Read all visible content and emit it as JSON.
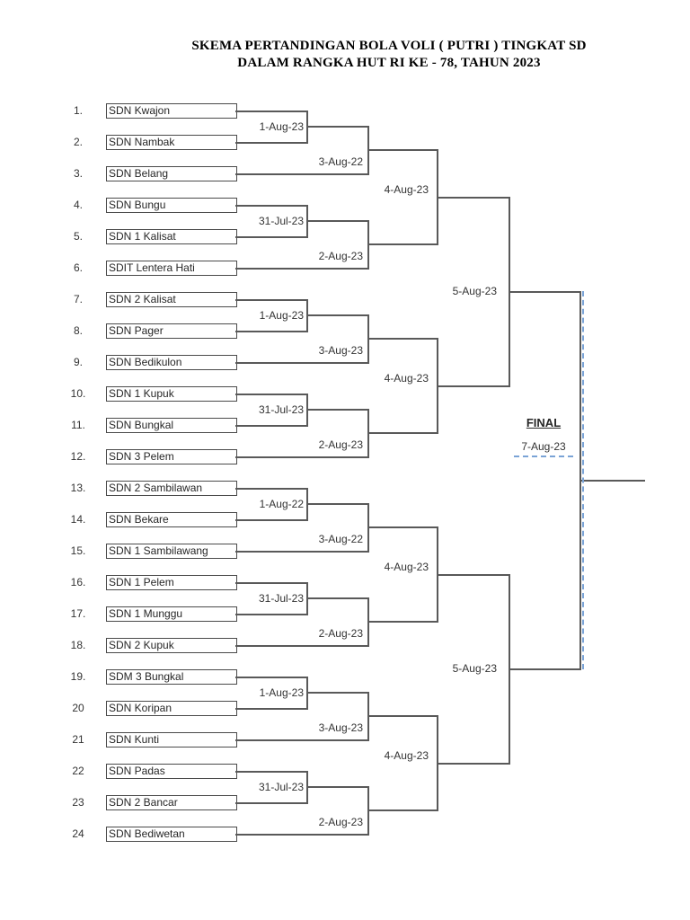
{
  "page": {
    "title_line1": "SKEMA PERTANDINGAN BOLA VOLI ( PUTRI ) TINGKAT SD",
    "title_line2": "DALAM RANGKA HUT RI KE - 78, TAHUN 2023"
  },
  "bracket": {
    "groups": [
      {
        "teams": [
          {
            "no": "1.",
            "name": "SDN Kwajon"
          },
          {
            "no": "2.",
            "name": "SDN Nambak"
          },
          {
            "no": "3.",
            "name": "SDN Belang"
          },
          {
            "no": "4.",
            "name": "SDN Bungu"
          },
          {
            "no": "5.",
            "name": "SDN 1 Kalisat"
          },
          {
            "no": "6.",
            "name": "SDIT Lentera Hati"
          }
        ],
        "dates": {
          "pair_top": "1-Aug-23",
          "third_top": "3-Aug-22",
          "pair_bottom": "31-Jul-23",
          "third_bottom": "2-Aug-23",
          "quarterfinal": "4-Aug-23"
        }
      },
      {
        "teams": [
          {
            "no": "7.",
            "name": "SDN 2 Kalisat"
          },
          {
            "no": "8.",
            "name": "SDN Pager"
          },
          {
            "no": "9.",
            "name": "SDN Bedikulon"
          },
          {
            "no": "10.",
            "name": "SDN 1 Kupuk"
          },
          {
            "no": "11.",
            "name": "SDN Bungkal"
          },
          {
            "no": "12.",
            "name": "SDN 3 Pelem"
          }
        ],
        "dates": {
          "pair_top": "1-Aug-23",
          "third_top": "3-Aug-23",
          "pair_bottom": "31-Jul-23",
          "third_bottom": "2-Aug-23",
          "quarterfinal": "4-Aug-23"
        }
      },
      {
        "teams": [
          {
            "no": "13.",
            "name": "SDN 2 Sambilawan"
          },
          {
            "no": "14.",
            "name": "SDN Bekare"
          },
          {
            "no": "15.",
            "name": "SDN 1 Sambilawang"
          },
          {
            "no": "16.",
            "name": "SDN 1 Pelem"
          },
          {
            "no": "17.",
            "name": "SDN 1 Munggu"
          },
          {
            "no": "18.",
            "name": "SDN 2 Kupuk"
          }
        ],
        "dates": {
          "pair_top": "1-Aug-22",
          "third_top": "3-Aug-22",
          "pair_bottom": "31-Jul-23",
          "third_bottom": "2-Aug-23",
          "quarterfinal": "4-Aug-23"
        }
      },
      {
        "teams": [
          {
            "no": "19.",
            "name": "SDM 3 Bungkal"
          },
          {
            "no": "20",
            "name": "SDN Koripan"
          },
          {
            "no": "21",
            "name": "SDN Kunti"
          },
          {
            "no": "22",
            "name": "SDN Padas"
          },
          {
            "no": "23",
            "name": "SDN 2 Bancar"
          },
          {
            "no": "24",
            "name": "SDN Bediwetan"
          }
        ],
        "dates": {
          "pair_top": "1-Aug-23",
          "third_top": "3-Aug-23",
          "pair_bottom": "31-Jul-23",
          "third_bottom": "2-Aug-23",
          "quarterfinal": "4-Aug-23"
        }
      }
    ],
    "semifinals": [
      {
        "date": "5-Aug-23"
      },
      {
        "date": "5-Aug-23"
      }
    ],
    "final": {
      "label": "FINAL",
      "date": "7-Aug-23"
    }
  },
  "colors": {
    "line": "#595959",
    "box_border": "#4a4a4a",
    "page_break_blue": "#7aa3d6",
    "text": "#262626"
  }
}
